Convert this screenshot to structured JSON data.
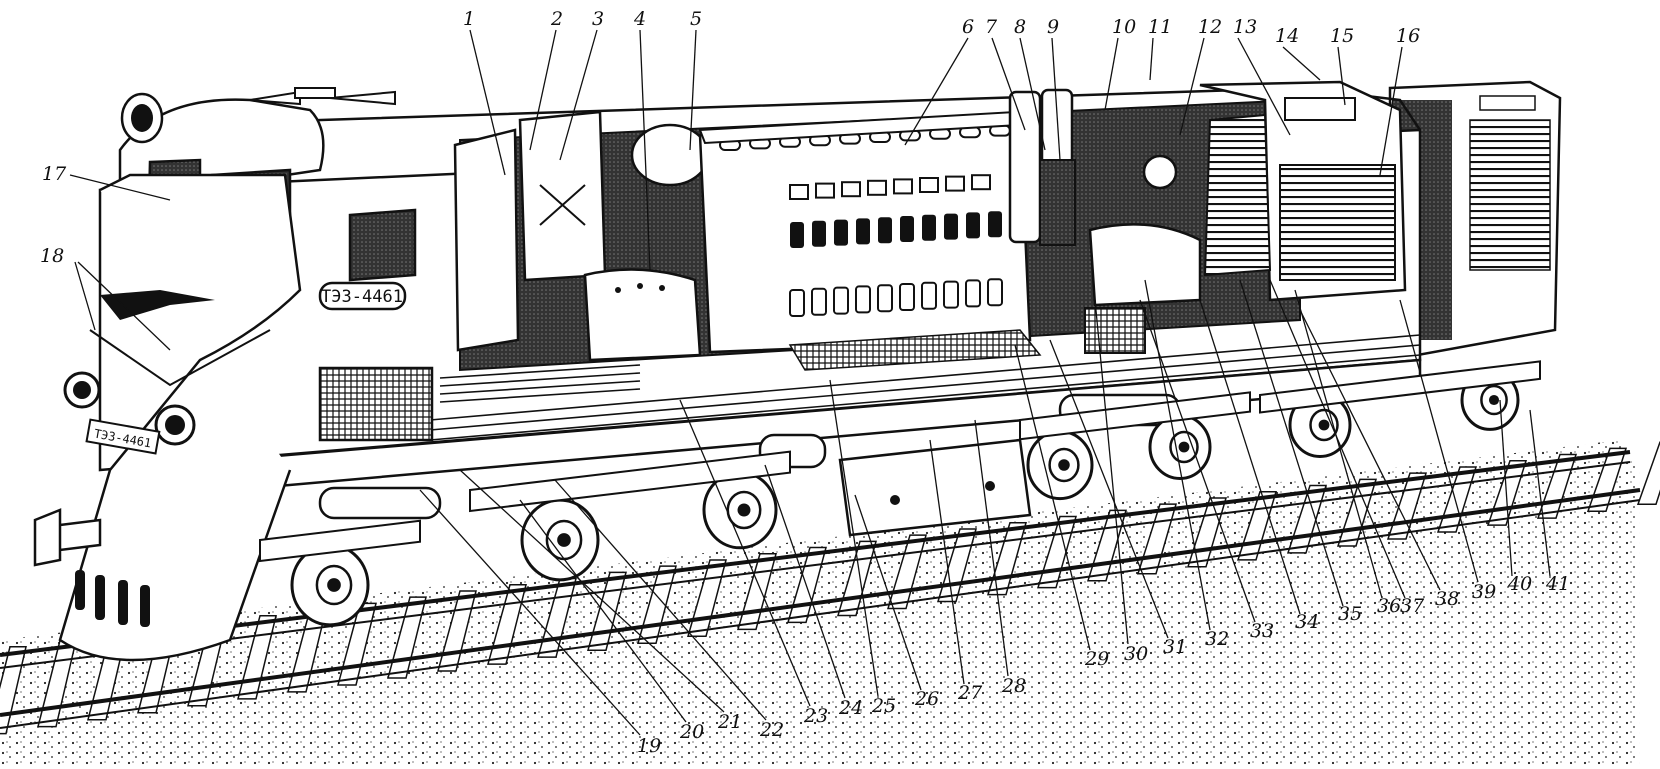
{
  "figure": {
    "kind": "cutaway-locomotive-drawing",
    "locomotive_number": "ТЭЗ-4461",
    "front_number": "ТЭЗ-4461",
    "ink_color": "#111111",
    "background_color": "#ffffff"
  },
  "callouts": [
    {
      "id": "1",
      "text": "1"
    },
    {
      "id": "2",
      "text": "2"
    },
    {
      "id": "3",
      "text": "3"
    },
    {
      "id": "4",
      "text": "4"
    },
    {
      "id": "5",
      "text": "5"
    },
    {
      "id": "6",
      "text": "6"
    },
    {
      "id": "7",
      "text": "7"
    },
    {
      "id": "8",
      "text": "8"
    },
    {
      "id": "9",
      "text": "9"
    },
    {
      "id": "10",
      "text": "10"
    },
    {
      "id": "11",
      "text": "11"
    },
    {
      "id": "12",
      "text": "12"
    },
    {
      "id": "13",
      "text": "13"
    },
    {
      "id": "14",
      "text": "14"
    },
    {
      "id": "15",
      "text": "15"
    },
    {
      "id": "16",
      "text": "16"
    },
    {
      "id": "17",
      "text": "17"
    },
    {
      "id": "18",
      "text": "18"
    },
    {
      "id": "19",
      "text": "19"
    },
    {
      "id": "20",
      "text": "20"
    },
    {
      "id": "21",
      "text": "21"
    },
    {
      "id": "22",
      "text": "22"
    },
    {
      "id": "23",
      "text": "23"
    },
    {
      "id": "24",
      "text": "24"
    },
    {
      "id": "25",
      "text": "25"
    },
    {
      "id": "26",
      "text": "26"
    },
    {
      "id": "27",
      "text": "27"
    },
    {
      "id": "28",
      "text": "28"
    },
    {
      "id": "29",
      "text": "29"
    },
    {
      "id": "30",
      "text": "30"
    },
    {
      "id": "31",
      "text": "31"
    },
    {
      "id": "32",
      "text": "32"
    },
    {
      "id": "33",
      "text": "33"
    },
    {
      "id": "34",
      "text": "34"
    },
    {
      "id": "35",
      "text": "35"
    },
    {
      "id": "36",
      "text": "36"
    },
    {
      "id": "37",
      "text": "37"
    },
    {
      "id": "38",
      "text": "38"
    },
    {
      "id": "39",
      "text": "39"
    },
    {
      "id": "40",
      "text": "40"
    },
    {
      "id": "41",
      "text": "41"
    }
  ]
}
